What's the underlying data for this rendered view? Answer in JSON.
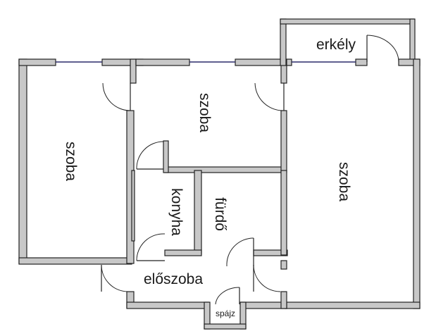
{
  "rooms": {
    "left_room": "szoba",
    "middle_room": "szoba",
    "right_room": "szoba",
    "balcony": "erkély",
    "kitchen": "konyha",
    "bathroom": "fürdő",
    "hall": "előszoba",
    "pantry": "spájz"
  },
  "colors": {
    "wall_fill": "#c8c8c8",
    "wall_outline": "#222222",
    "window_line": "#2a2a6a"
  }
}
